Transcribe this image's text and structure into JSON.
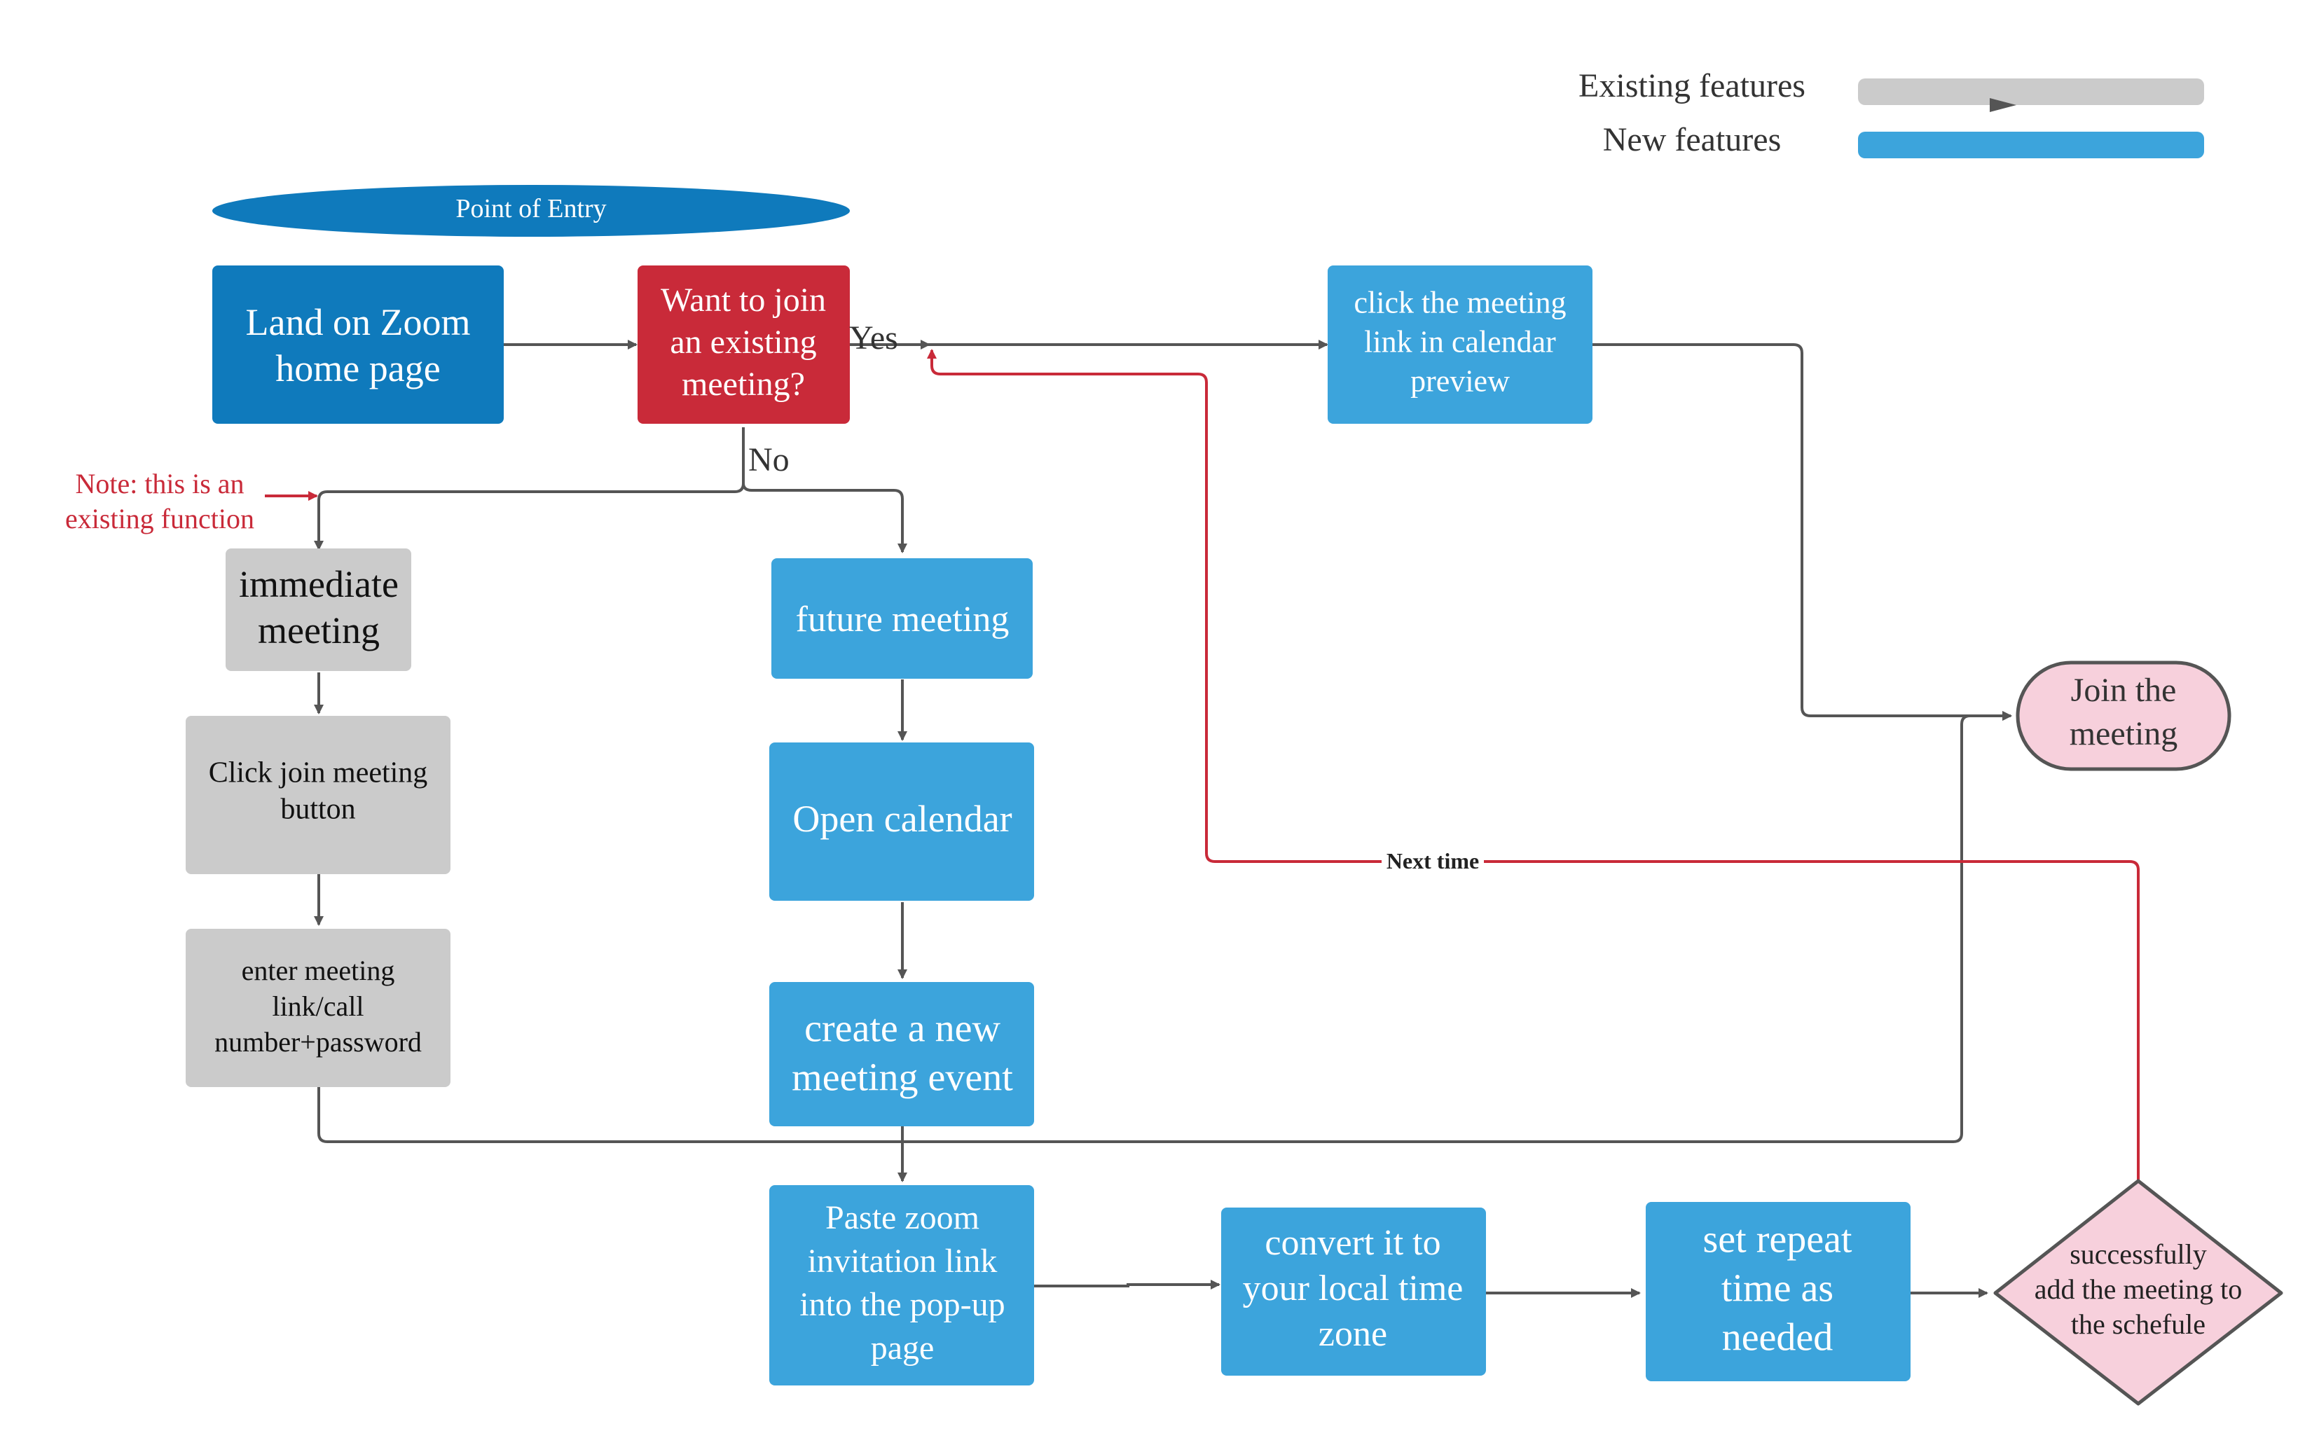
{
  "legend": {
    "existing_label": "Existing features",
    "new_label": "New features"
  },
  "entry": {
    "label": "Point of Entry"
  },
  "nodes": {
    "land_on_zoom": [
      "Land on Zoom",
      "home page"
    ],
    "want_to_join": [
      "Want to join",
      "an existing",
      "meeting?"
    ],
    "click_calendar_link": [
      "click the meeting",
      "link in calendar",
      "preview"
    ],
    "immediate_meeting": [
      "immediate",
      "meeting"
    ],
    "future_meeting": [
      "future meeting"
    ],
    "click_join_button": [
      "Click join meeting",
      "button"
    ],
    "open_calendar": [
      "Open calendar"
    ],
    "enter_meeting_link": [
      "enter meeting",
      "link/call",
      "number+password"
    ],
    "create_meeting_event": [
      "create a new",
      "meeting event"
    ],
    "paste_invitation": [
      "Paste zoom",
      "invitation link",
      "into the pop-up",
      "page"
    ],
    "convert_time_zone": [
      "convert it to",
      "your local time",
      "zone"
    ],
    "set_repeat_time": [
      "set repeat",
      "time as",
      "needed"
    ],
    "join_meeting": [
      "Join the",
      "meeting"
    ],
    "successfully_added": [
      "successfully",
      "add the meeting to",
      "the schefule"
    ]
  },
  "edge_labels": {
    "yes": "Yes",
    "no": "No",
    "next_time": "Next time"
  },
  "note": [
    "Note: this is an",
    "existing function"
  ],
  "colors": {
    "existing_fill": "#cbcbcb",
    "new_fill": "#3ca4dc",
    "entry_fill": "#0f7abc",
    "decision_fill": "#c92a39",
    "terminal_fill": "#f7d0dc",
    "terminal_stroke": "#555555",
    "connector": "#555555",
    "feedback": "#c92a39"
  }
}
